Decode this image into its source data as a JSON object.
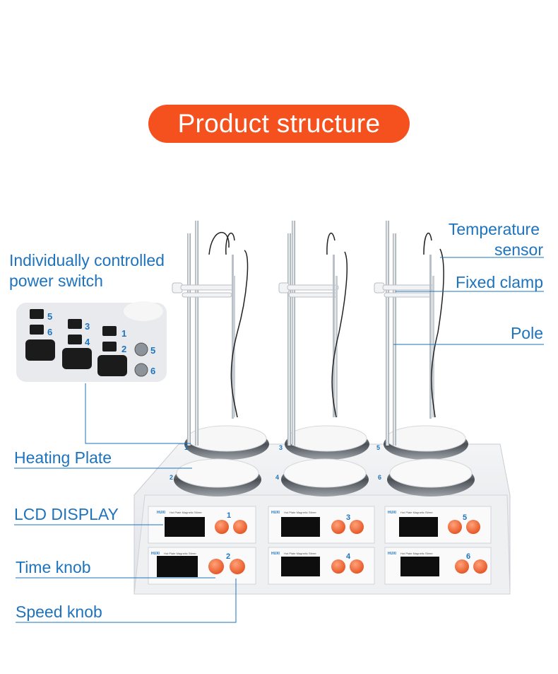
{
  "title": "Product structure",
  "labels": {
    "power_switch_line1": "Individually controlled",
    "power_switch_line2": "power switch",
    "temperature_line1": "Temperature",
    "temperature_line2": "sensor",
    "fixed_clamp": "Fixed clamp",
    "pole": "Pole",
    "heating_plate": "Heating Plate",
    "lcd_display": "LCD DISPLAY",
    "time_knob": "Time knob",
    "speed_knob": "Speed knob"
  },
  "inset_numbers": [
    "5",
    "6",
    "3",
    "4",
    "1",
    "2",
    "5",
    "6"
  ],
  "plate_numbers": [
    "1",
    "3",
    "5",
    "2",
    "4",
    "6"
  ],
  "panel_numbers": [
    "1",
    "3",
    "5",
    "2",
    "4",
    "6"
  ],
  "panel_brand": "HUXI",
  "panel_model": "Hot Plate Magnetic Stirrer",
  "colors": {
    "accent": "#f4511e",
    "label": "#1e73be",
    "knob": "#f26a3d"
  }
}
